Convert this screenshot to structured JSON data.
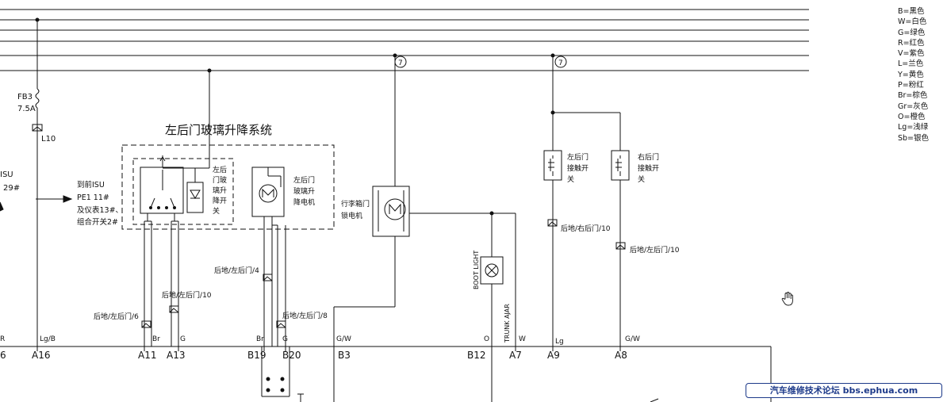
{
  "title": "左后门玻璃升降系统",
  "fuse": {
    "name": "FB3",
    "rating": "7.5A"
  },
  "connector_L10": "L10",
  "left_partial": {
    "line1": "ISU",
    "line2": "29#"
  },
  "to_isu": {
    "line1": "到前ISU",
    "line2": "PE1 11#",
    "line3": "及仪表13#、",
    "line4": "组合开关2#"
  },
  "window_switch_label": [
    "左后",
    "门玻",
    "璃升",
    "降开",
    "关"
  ],
  "window_motor_label": [
    "左后门",
    "玻璃升",
    "降电机"
  ],
  "trunk_motor_label": [
    "行李箱门",
    "锁电机"
  ],
  "left_door_contact_label": [
    "左后门",
    "接触开",
    "关"
  ],
  "right_door_contact_label": [
    "右后门",
    "接触开",
    "关"
  ],
  "boot_light": "BOOT LIGHT",
  "trunk_ajar": "TRUNK AJAR",
  "circle_markers": [
    "7",
    "7"
  ],
  "ground_labels": {
    "g1": "后地/左后门/4",
    "g2": "后地/左后门/10",
    "g3": "后地/左后门/6",
    "g4": "后地/左后门/8",
    "g5": "后地/右后门/10",
    "g6": "后地/左后门/10"
  },
  "wire_colors": {
    "left": "R",
    "a16": "Lg/B",
    "a11": "Br",
    "a13": "G",
    "b19": "Br",
    "b20": "G",
    "b3": "G/W",
    "b12": "O",
    "a7": "W",
    "a9": "Lg",
    "a8": "G/W"
  },
  "terminals": {
    "left": "6",
    "a16": "A16",
    "a11": "A11",
    "a13": "A13",
    "b19": "B19",
    "b20": "B20",
    "b3": "B3",
    "b12": "B12",
    "a7": "A7",
    "a9": "A9",
    "a8": "A8"
  },
  "legend": [
    "B=黑色",
    "W=白色",
    "G=绿色",
    "R=红色",
    "V=紫色",
    "L=兰色",
    "Y=黄色",
    "P=粉红",
    "Br=棕色",
    "Gr=灰色",
    "O=橙色",
    "Lg=浅绿",
    "Sb=银色"
  ],
  "watermark": "汽车维修技术论坛 bbs.ephua.com"
}
